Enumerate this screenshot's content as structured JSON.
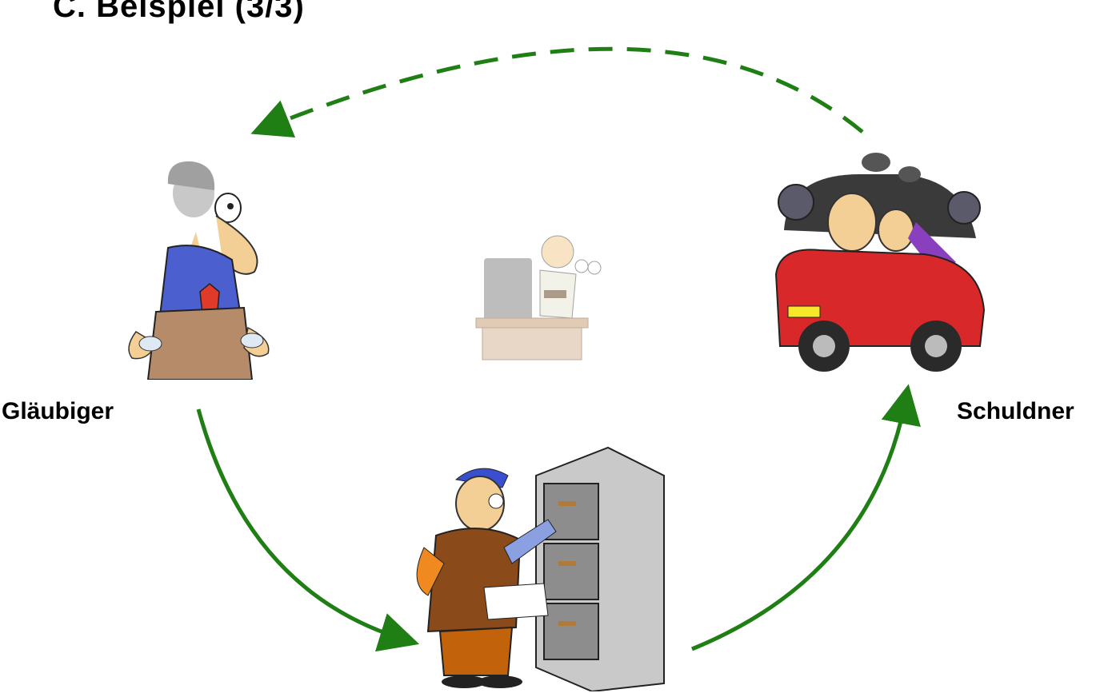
{
  "title": "C. Beispiel (3/3)",
  "labels": {
    "left": "Gläubiger",
    "right": "Schuldner"
  },
  "nodes": [
    {
      "id": "glaeubiger",
      "role": "creditor with empty pockets"
    },
    {
      "id": "richter",
      "role": "judge at bench (faded)"
    },
    {
      "id": "schuldner",
      "role": "debtor's crowded red car"
    },
    {
      "id": "beamter",
      "role": "official at filing cabinet"
    }
  ],
  "edges": [
    {
      "from": "glaeubiger",
      "to": "beamter",
      "style": "solid"
    },
    {
      "from": "beamter",
      "to": "schuldner",
      "style": "solid"
    },
    {
      "from": "schuldner",
      "to": "glaeubiger",
      "style": "dashed"
    }
  ],
  "colors": {
    "arrow": "#1f7f14",
    "text": "#000000"
  }
}
